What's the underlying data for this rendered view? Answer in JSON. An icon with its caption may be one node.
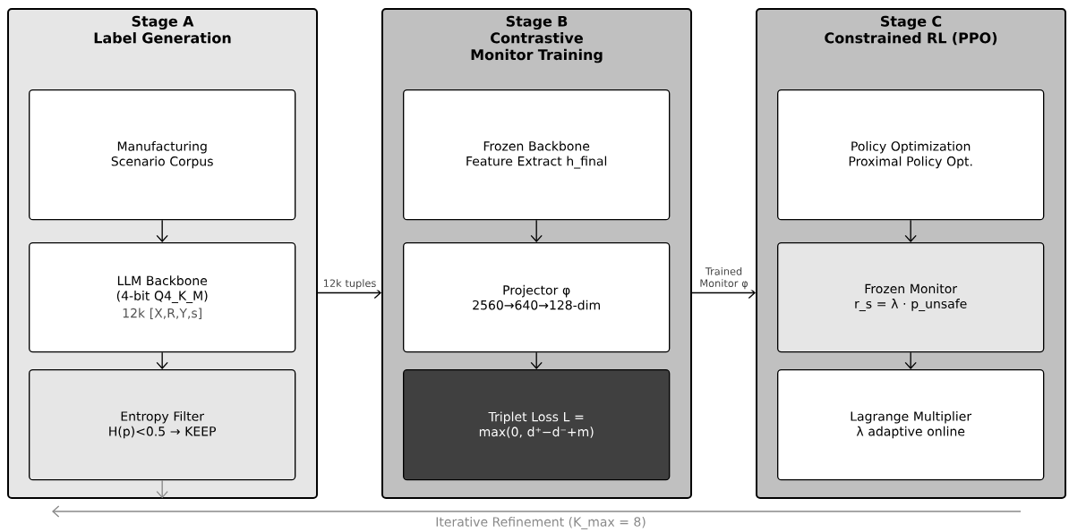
{
  "diagram": {
    "nodes": [
      {
        "text": [
          "Stage A",
          "Label Generation"
        ]
      },
      {
        "text": [
          "Manufacturing Scenario Corpus"
        ],
        "in": 0
      },
      {
        "text": [
          "LLM Backbone (4-bit Q4_K_M)",
          "12k [X,R,Y,s]"
        ],
        "in": 0
      },
      {
        "text": [
          "Entropy Filter H(p)<0.5 → KEEP"
        ],
        "in": 0
      },
      {
        "text": [
          "Stage B",
          "Contrastive Monitor Training"
        ]
      },
      {
        "text": [
          "Frozen Backbone Feature Extract h_final"
        ],
        "in": 4
      },
      {
        "text": [
          "Projector φ 2560→640→128-dim"
        ],
        "in": 4
      },
      {
        "text": [
          "Triplet Loss L = max(0, d⁺−d⁻+m)"
        ],
        "in": 4
      },
      {
        "text": [
          "Stage C",
          "Constrained RL (PPO)"
        ]
      },
      {
        "text": [
          "Policy Optimization Proximal Policy Opt."
        ],
        "in": 8
      },
      {
        "text": [
          "Frozen Monitor r_s = λ · p_unsafe"
        ],
        "in": 8
      },
      {
        "text": [
          "Lagrange Multiplier λ adaptive online"
        ],
        "in": 8
      }
    ],
    "edges": [
      {
        "from": 1,
        "to": 2,
        "arrow": "to"
      },
      {
        "from": 2,
        "to": 3,
        "arrow": "to"
      },
      {
        "from": 3,
        "to": null,
        "arrow": "to",
        "color": "#888888"
      },
      {
        "from": 0,
        "to": 4,
        "arrow": "to",
        "label": "12k tuples"
      },
      {
        "from": 5,
        "to": 6,
        "arrow": "to"
      },
      {
        "from": 6,
        "to": 7,
        "arrow": "to"
      },
      {
        "from": 4,
        "to": 8,
        "arrow": "to",
        "label": "Trained Monitor φ"
      },
      {
        "from": 9,
        "to": 10,
        "arrow": "to"
      },
      {
        "from": 10,
        "to": 11,
        "arrow": "to"
      }
    ],
    "labels": [
      "Iterative Refinement (K_max = 8)"
    ]
  }
}
